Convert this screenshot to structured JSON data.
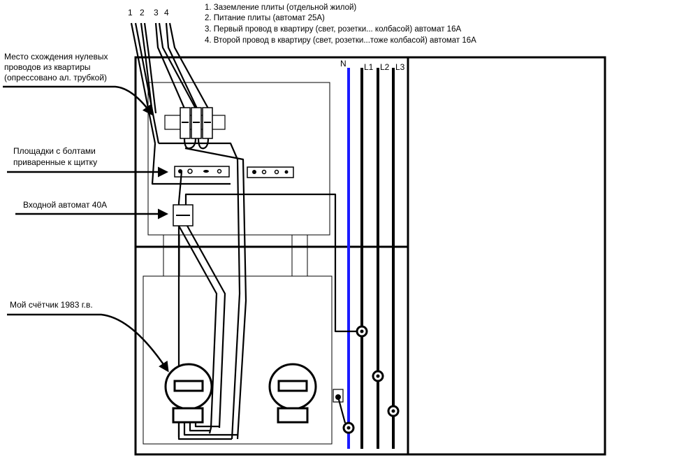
{
  "wire_numbers": [
    "1",
    "2",
    "3",
    "4"
  ],
  "legend": [
    "1. Заземление плиты (отдельной жилой)",
    "2. Питание плиты (автомат 25А)",
    "3. Первый провод в квартиру (свет, розетки... колбасой) автомат 16А",
    "4. Второй провод в квартиру (свет, розетки...тоже колбасой) автомат 16А"
  ],
  "bus_labels": {
    "n": "N",
    "l1": "L1",
    "l2": "L2",
    "l3": "L3"
  },
  "callouts": {
    "neutral_join": [
      "Место схождения нулевых",
      "проводов из квартиры",
      "(опрессовано ал. трубкой)"
    ],
    "bolt_pads": [
      "Площадки с болтами",
      "приваренные к щитку"
    ],
    "input_breaker": "Входной автомат 40А",
    "meter": "Мой счётчик 1983 г.в."
  },
  "colors": {
    "neutral_bus": "#1a1aff",
    "lines": "#000000",
    "background": "#ffffff"
  }
}
